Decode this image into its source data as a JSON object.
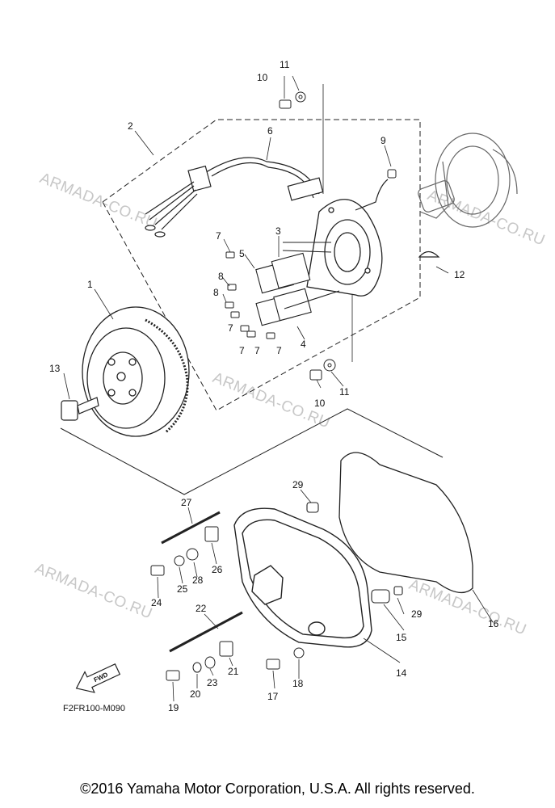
{
  "diagram": {
    "code": "F2FR100-M090",
    "fwd_label": "FWD",
    "copyright": "©2016 Yamaha Motor Corporation, U.S.A. All rights reserved.",
    "watermarks": [
      "ARMADA-CO.RU",
      "ARMADA-CO.RU",
      "ARMADA-CO.RU",
      "ARMADA-CO.RU",
      "ARMADA-CO.RU"
    ],
    "callouts": [
      "1",
      "2",
      "3",
      "4",
      "5",
      "6",
      "7",
      "7",
      "7",
      "7",
      "7",
      "8",
      "8",
      "9",
      "10",
      "10",
      "11",
      "11",
      "12",
      "13",
      "14",
      "15",
      "16",
      "17",
      "18",
      "19",
      "20",
      "21",
      "22",
      "23",
      "24",
      "25",
      "26",
      "27",
      "28",
      "29",
      "29"
    ]
  }
}
